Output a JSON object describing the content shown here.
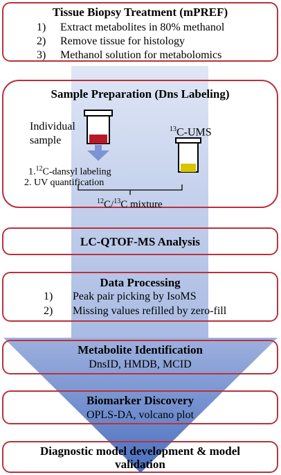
{
  "colors": {
    "box_border": "#b8323c",
    "flow_arrow": "#98abdb",
    "sample_cap": "#b8182a",
    "label_cap": "#d8c400"
  },
  "boxes": {
    "tissue": {
      "title": "Tissue Biopsy Treatment (mPREF)",
      "items": [
        {
          "num": "1)",
          "text": "Extract metabolites in 80% methanol"
        },
        {
          "num": "2)",
          "text": "Remove tissue for histology"
        },
        {
          "num": "3)",
          "text": "Methanol solution for metabolomics"
        }
      ]
    },
    "sample_prep": {
      "title": "Sample Preparation (Dns Labeling)",
      "individual_line1": "Individual",
      "individual_line2": "sample",
      "ums_sup": "13",
      "ums_text": "C-UMS",
      "step1_prefix": "1.",
      "step1_sup": "12",
      "step1_text": "C-dansyl labeling",
      "step2": "2. UV quantification",
      "mixture_sup1": "12",
      "mixture_mid": "C/",
      "mixture_sup2": "13",
      "mixture_text": "C mixture"
    },
    "lcms": {
      "title": "LC-QTOF-MS Analysis"
    },
    "processing": {
      "title": "Data Processing",
      "items": [
        {
          "num": "1)",
          "text": "Peak pair picking by IsoMS"
        },
        {
          "num": "2)",
          "text": "Missing values refilled by zero-fill"
        }
      ]
    },
    "identification": {
      "title": "Metabolite Identification",
      "subtitle": "DnsID, HMDB, MCID"
    },
    "biomarker": {
      "title": "Biomarker Discovery",
      "subtitle": "OPLS-DA, volcano plot"
    },
    "diagnostic": {
      "title_line1": "Diagnostic model development & model",
      "title_line2": "validation"
    }
  }
}
